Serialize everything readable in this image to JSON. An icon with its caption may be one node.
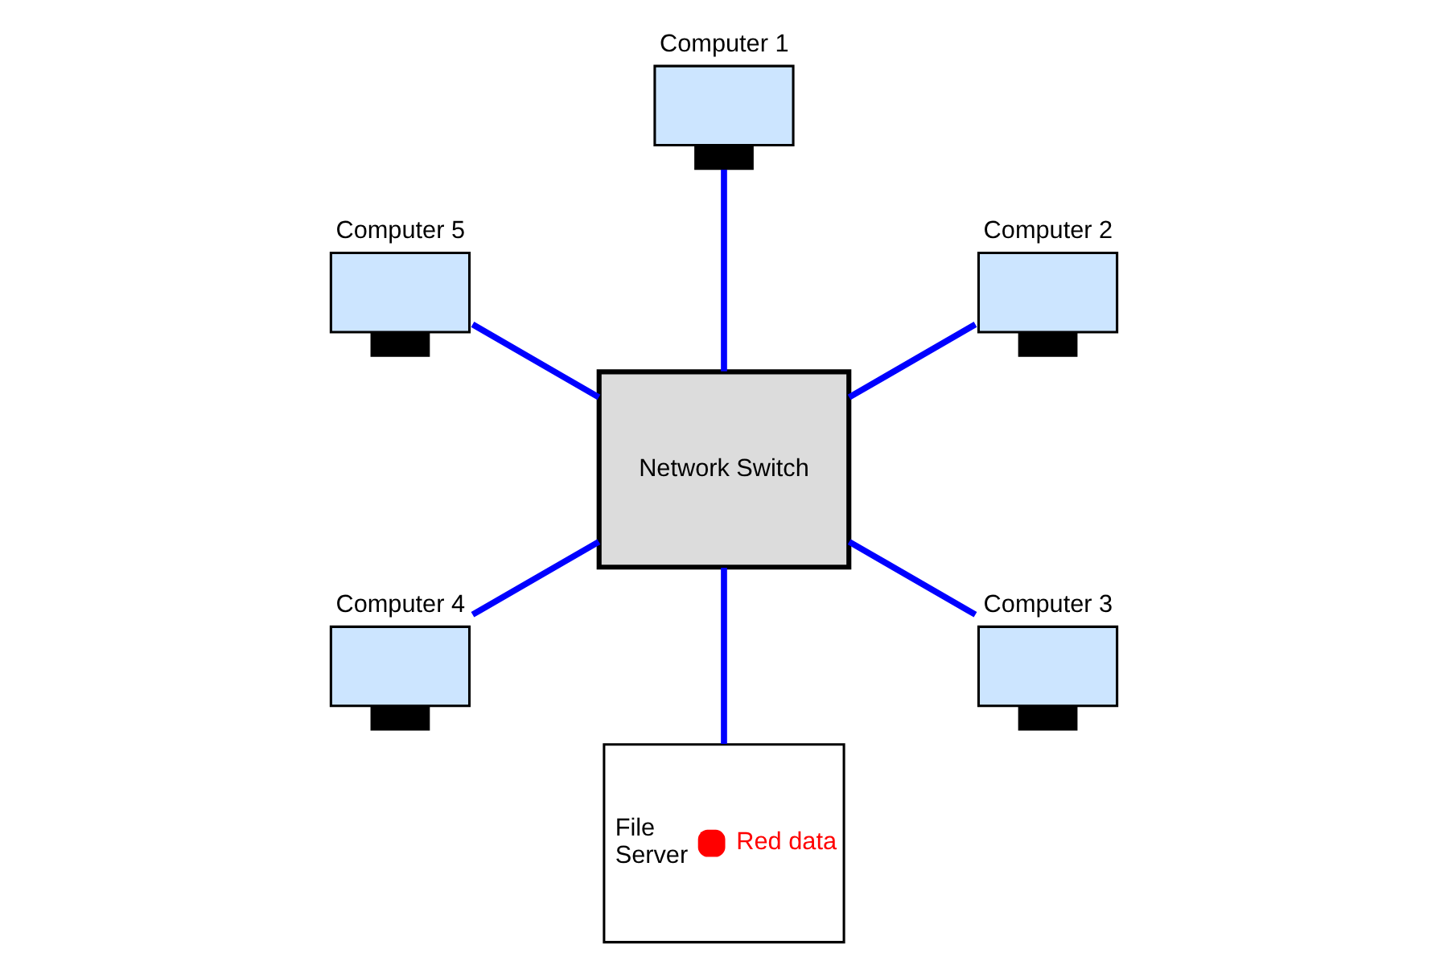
{
  "diagram": {
    "nodes": [
      {
        "text": [
          "Computer 1"
        ]
      },
      {
        "text": [
          "Computer 5"
        ]
      },
      {
        "text": [
          "Computer 2"
        ]
      },
      {
        "text": [
          "Network Switch"
        ]
      },
      {
        "text": [
          "Computer 4"
        ]
      },
      {
        "text": [
          "Computer 3"
        ]
      },
      {
        "text": [
          "File Server",
          "Red data"
        ]
      }
    ],
    "edges": [
      {
        "from": 3,
        "to": 0,
        "arrow": "none"
      },
      {
        "from": 3,
        "to": 2,
        "arrow": "none"
      },
      {
        "from": 3,
        "to": 5,
        "arrow": "none"
      },
      {
        "from": 3,
        "to": 6,
        "arrow": "none"
      },
      {
        "from": 3,
        "to": 4,
        "arrow": "none"
      },
      {
        "from": 3,
        "to": 1,
        "arrow": "none"
      }
    ]
  }
}
